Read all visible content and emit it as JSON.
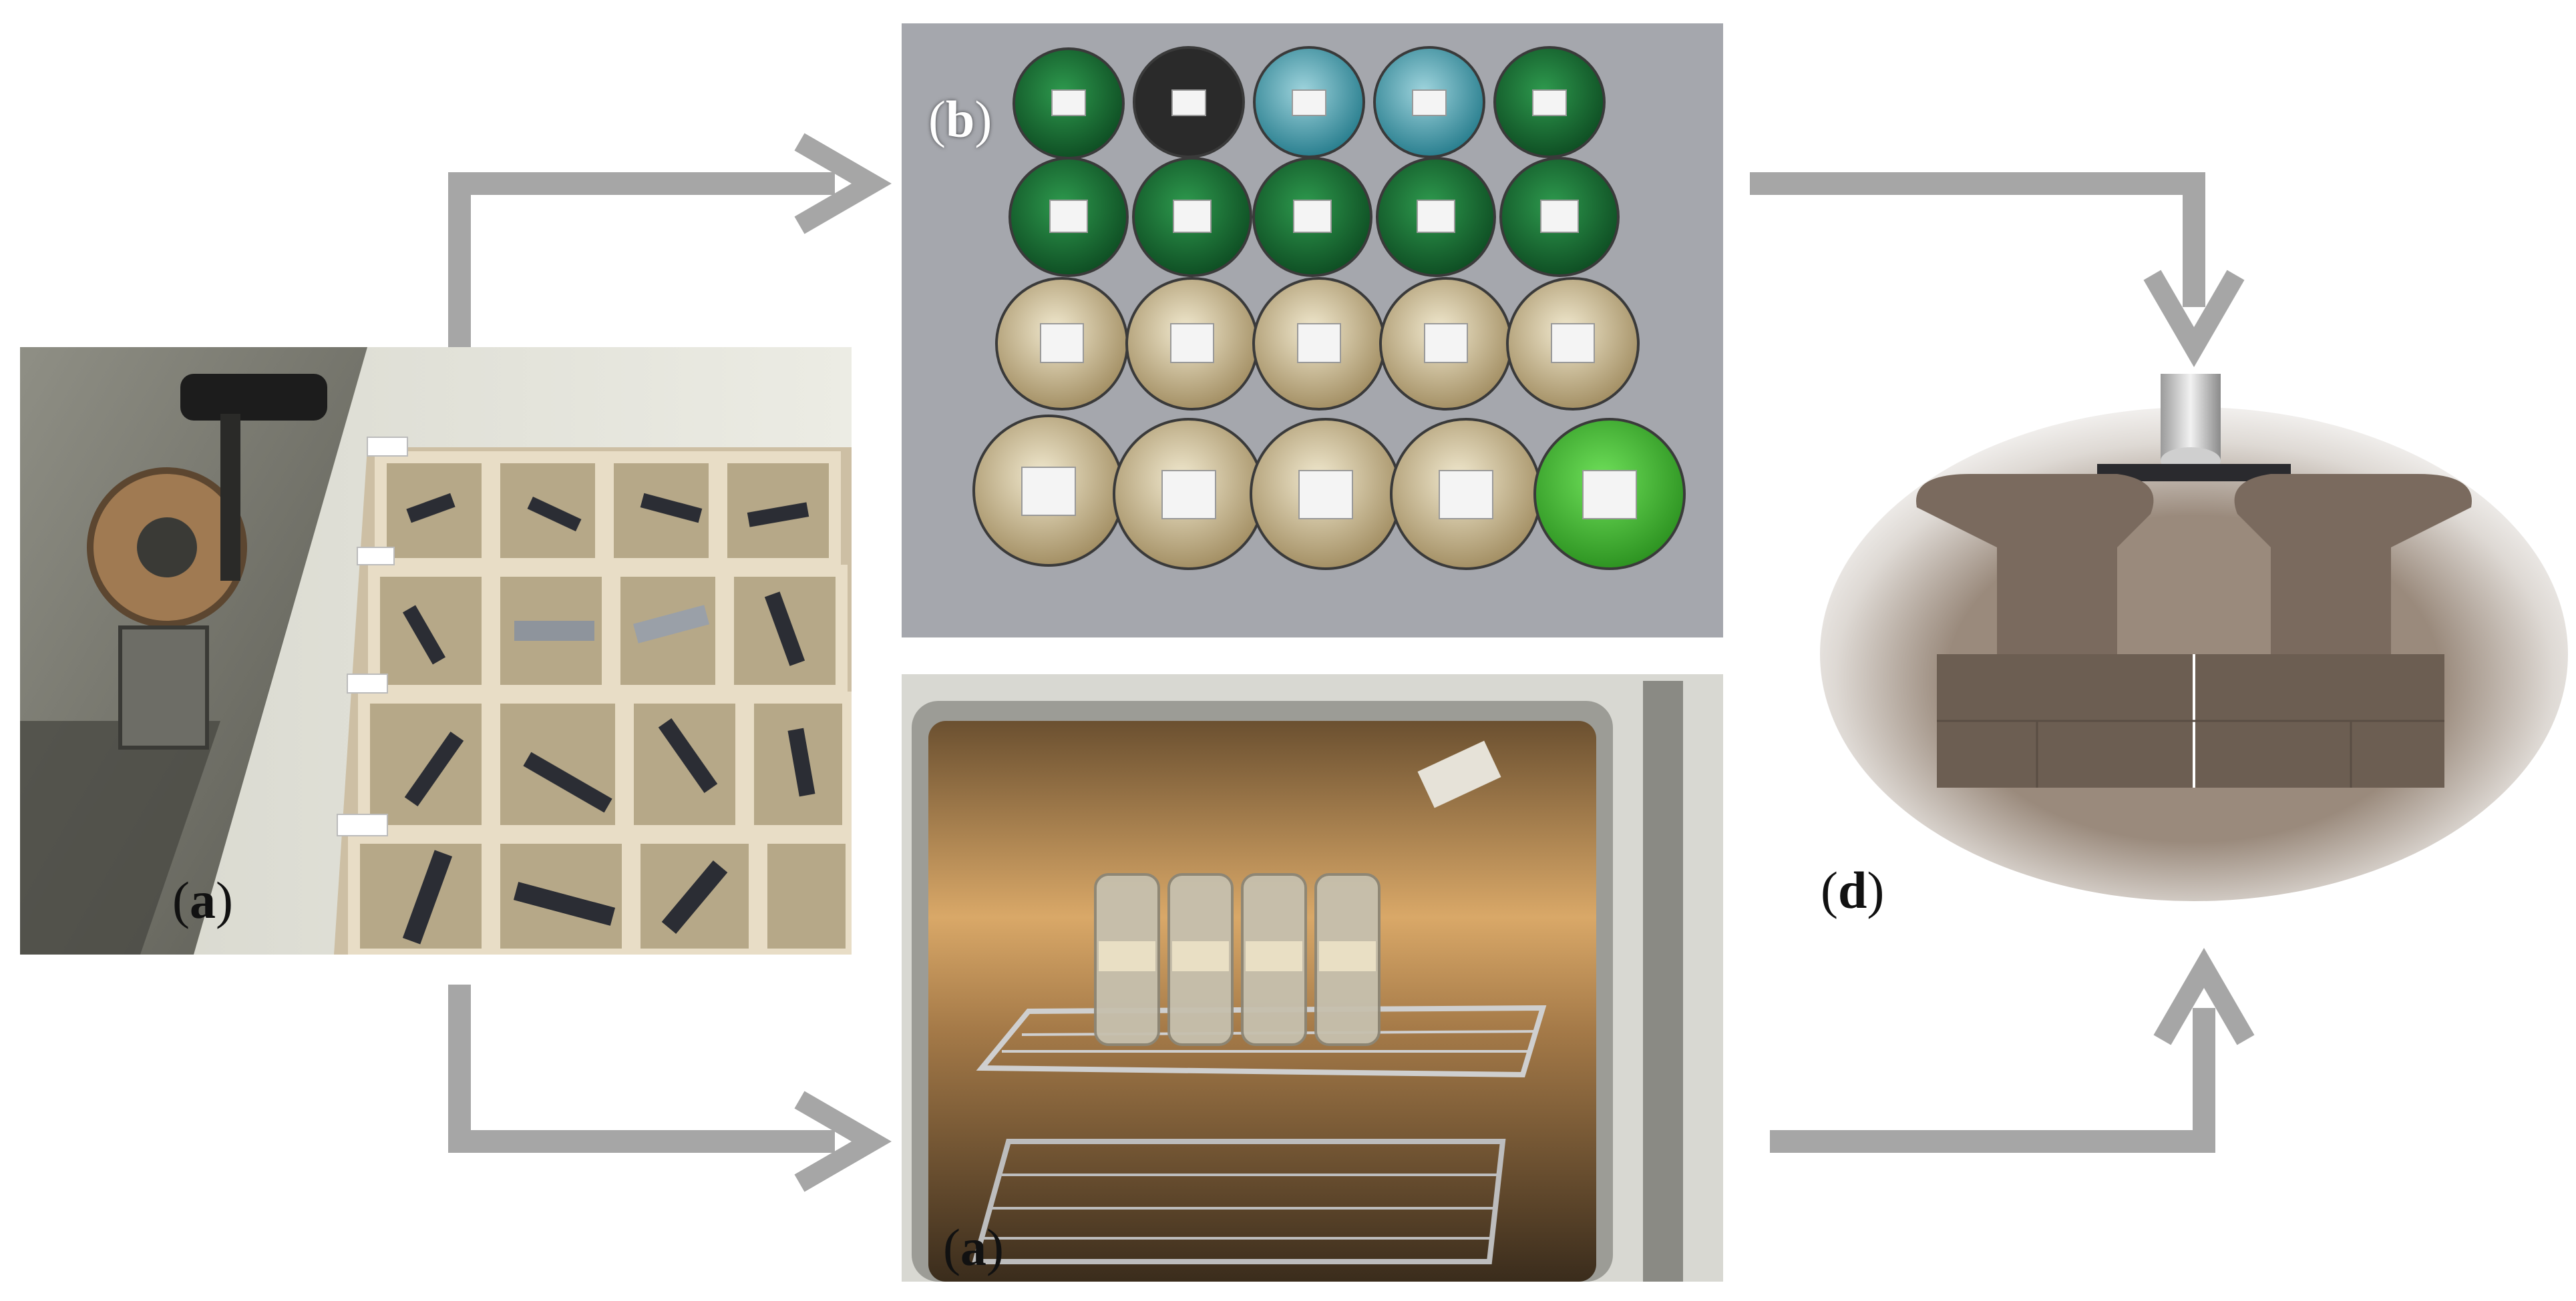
{
  "panels": {
    "cutting": {
      "label_open": "(",
      "label_letter": "a",
      "label_close": ")"
    },
    "jars": {
      "label_open": "(",
      "label_letter": "b",
      "label_close": ")"
    },
    "oven": {
      "label_open": "(",
      "label_letter": "a",
      "label_close": ")"
    },
    "bending": {
      "label_open": "(",
      "label_letter": "d",
      "label_close": ")"
    }
  },
  "colors": {
    "arrow": "#a6a6a6",
    "background": "#ffffff",
    "lid_green": "#1f7a3a",
    "lid_bright_green": "#46b832",
    "lid_teal": "#4aa9b5",
    "lid_gold": "#c9b98a",
    "steel": "#b8a27a",
    "support_stone": "#7d6a5c"
  }
}
